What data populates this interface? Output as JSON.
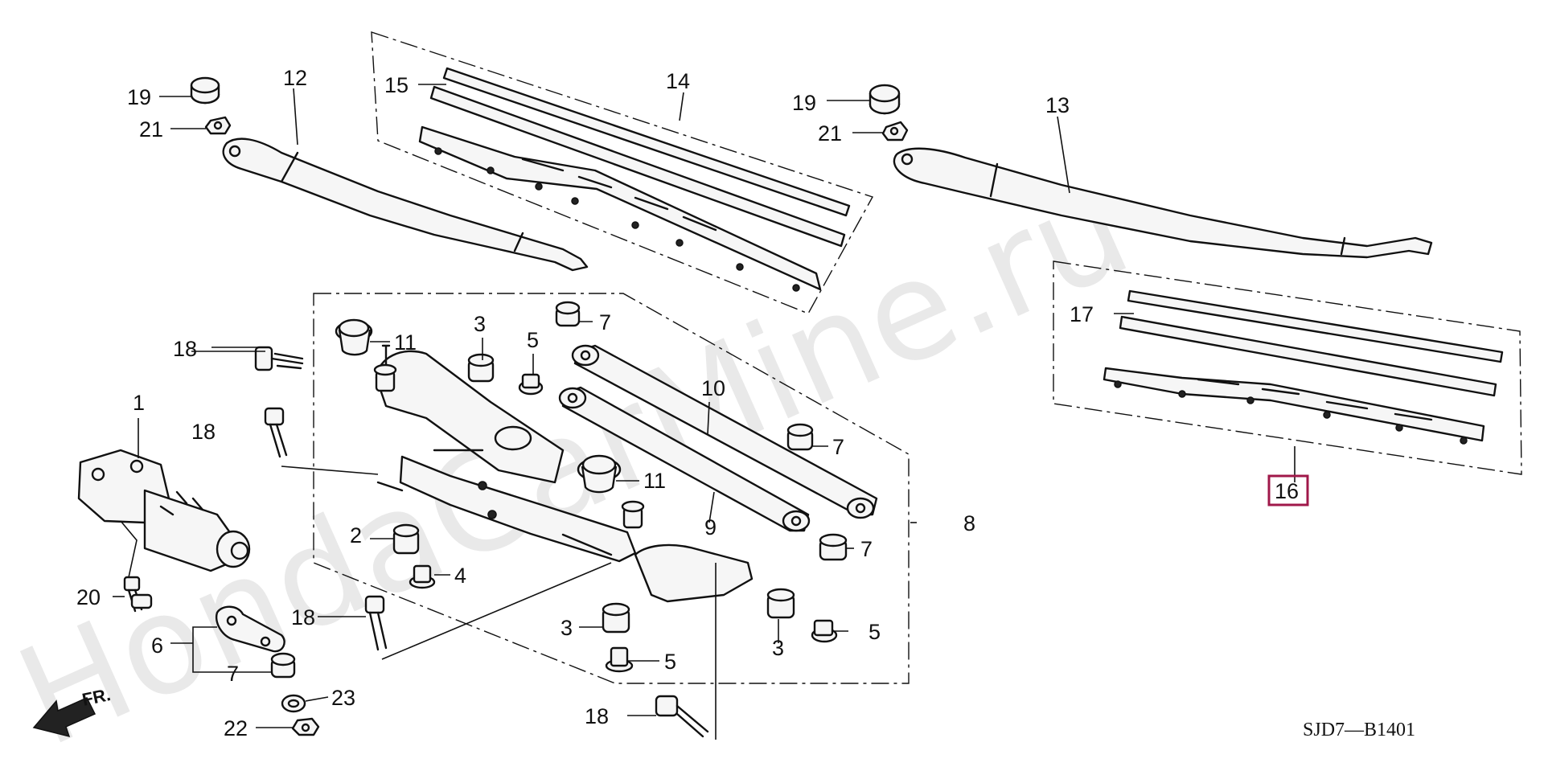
{
  "watermark": "HondaCarMine.ru",
  "diagram_code": "SJD7—B1401",
  "front_indicator": "FR.",
  "highlighted_part": "16",
  "callouts": [
    {
      "id": "c1",
      "label": "1"
    },
    {
      "id": "c2",
      "label": "2"
    },
    {
      "id": "c3a",
      "label": "3"
    },
    {
      "id": "c3b",
      "label": "3"
    },
    {
      "id": "c3c",
      "label": "3"
    },
    {
      "id": "c4",
      "label": "4"
    },
    {
      "id": "c5a",
      "label": "5"
    },
    {
      "id": "c5b",
      "label": "5"
    },
    {
      "id": "c5c",
      "label": "5"
    },
    {
      "id": "c6",
      "label": "6"
    },
    {
      "id": "c7a",
      "label": "7"
    },
    {
      "id": "c7b",
      "label": "7"
    },
    {
      "id": "c7c",
      "label": "7"
    },
    {
      "id": "c7d",
      "label": "7"
    },
    {
      "id": "c8",
      "label": "8"
    },
    {
      "id": "c9",
      "label": "9"
    },
    {
      "id": "c10",
      "label": "10"
    },
    {
      "id": "c11a",
      "label": "11"
    },
    {
      "id": "c11b",
      "label": "11"
    },
    {
      "id": "c12",
      "label": "12"
    },
    {
      "id": "c13",
      "label": "13"
    },
    {
      "id": "c14",
      "label": "14"
    },
    {
      "id": "c15",
      "label": "15"
    },
    {
      "id": "c16",
      "label": "16"
    },
    {
      "id": "c17",
      "label": "17"
    },
    {
      "id": "c18a",
      "label": "18"
    },
    {
      "id": "c18b",
      "label": "18"
    },
    {
      "id": "c18c",
      "label": "18"
    },
    {
      "id": "c18d",
      "label": "18"
    },
    {
      "id": "c19a",
      "label": "19"
    },
    {
      "id": "c19b",
      "label": "19"
    },
    {
      "id": "c20",
      "label": "20"
    },
    {
      "id": "c21a",
      "label": "21"
    },
    {
      "id": "c21b",
      "label": "21"
    },
    {
      "id": "c22",
      "label": "22"
    },
    {
      "id": "c23",
      "label": "23"
    }
  ]
}
